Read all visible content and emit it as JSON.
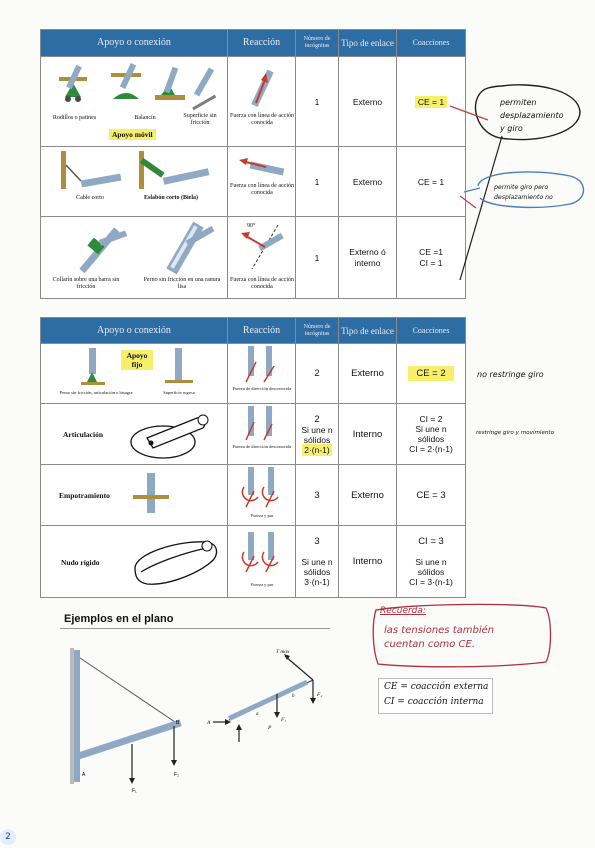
{
  "table1": {
    "headers": [
      "Apoyo o conexión",
      "Reacción",
      "Número de incógnitas",
      "Tipo de enlace",
      "Coacciones"
    ],
    "rows": [
      {
        "captions": [
          "Rodillos o patines",
          "Balancín",
          "Superficie sin fricción"
        ],
        "badge": "Apoyo móvil",
        "reaction": "Fuerza con línea de acción conocida",
        "unknowns": "1",
        "type": "Externo",
        "constraint": "CE = 1"
      },
      {
        "captions": [
          "Cable corto",
          "Eslabón corto (Biela)"
        ],
        "reaction": "Fuerza con línea de acción conocida",
        "unknowns": "1",
        "type": "Externo",
        "constraint": "CE = 1"
      },
      {
        "captions": [
          "Collarín sobre una barra sin fricción",
          "Perno sin fricción en una ranura lisa"
        ],
        "angle_label": "90°",
        "reaction": "Fuerza con línea de acción conocida",
        "unknowns": "1",
        "type": "Externo ó interno",
        "constraint_lines": [
          "CE =1",
          "CI = 1"
        ]
      }
    ]
  },
  "table2": {
    "headers": [
      "Apoyo o conexión",
      "Reacción",
      "Número de incógnitas",
      "Tipo de enlace",
      "Coacciones"
    ],
    "rows": [
      {
        "badge": "Apoyo fijo",
        "captions": [
          "Perno sin fricción, articulación o bisagra",
          "Superficie rugosa"
        ],
        "reaction": "Fuerza de dirección desconocida",
        "unknowns": "2",
        "type": "Externo",
        "constraint": "CE = 2"
      },
      {
        "label": "Articulación",
        "reaction": "Fuerza de dirección desconocida",
        "unknowns": "2",
        "unknowns_extra": [
          "Si une n",
          "sólidos"
        ],
        "unknowns_formula": "2·(n-1)",
        "type": "Interno",
        "constraint_lines": [
          "CI = 2",
          "Si une n",
          "sólidos",
          "CI = 2·(n-1)"
        ]
      },
      {
        "label": "Empotramiento",
        "reaction": "Fuerza y par",
        "unknowns": "3",
        "type": "Externo",
        "constraint": "CE = 3"
      },
      {
        "label": "Nudo rígido",
        "reaction": "Fuerza y par",
        "unknowns": "3",
        "unknowns_extra": [
          "Si une n",
          "sólidos",
          "3·(n-1)"
        ],
        "type": "Interno",
        "constraint_lines": [
          "CI = 3",
          "Si une n",
          "sólidos",
          "CI = 3·(n-1)"
        ]
      }
    ]
  },
  "notes": {
    "bubble1": [
      "permiten",
      "desplazamiento",
      "y giro"
    ],
    "bubble2": [
      "permite giro pero",
      "desplazamiento no"
    ],
    "side1": "no restringe giro",
    "side2": "restringe giro y movimiento",
    "recuerda_title": "Recuerda:",
    "recuerda_lines": [
      "las tensiones también",
      "cuentan como CE."
    ],
    "defs": [
      "CE = coacción externa",
      "CI = coacción interna"
    ]
  },
  "examples": {
    "title": "Ejemplos en el plano",
    "labels": [
      "T max",
      "F₂",
      "F₁",
      "A",
      "P",
      "b",
      "a"
    ]
  },
  "page_number": "2"
}
